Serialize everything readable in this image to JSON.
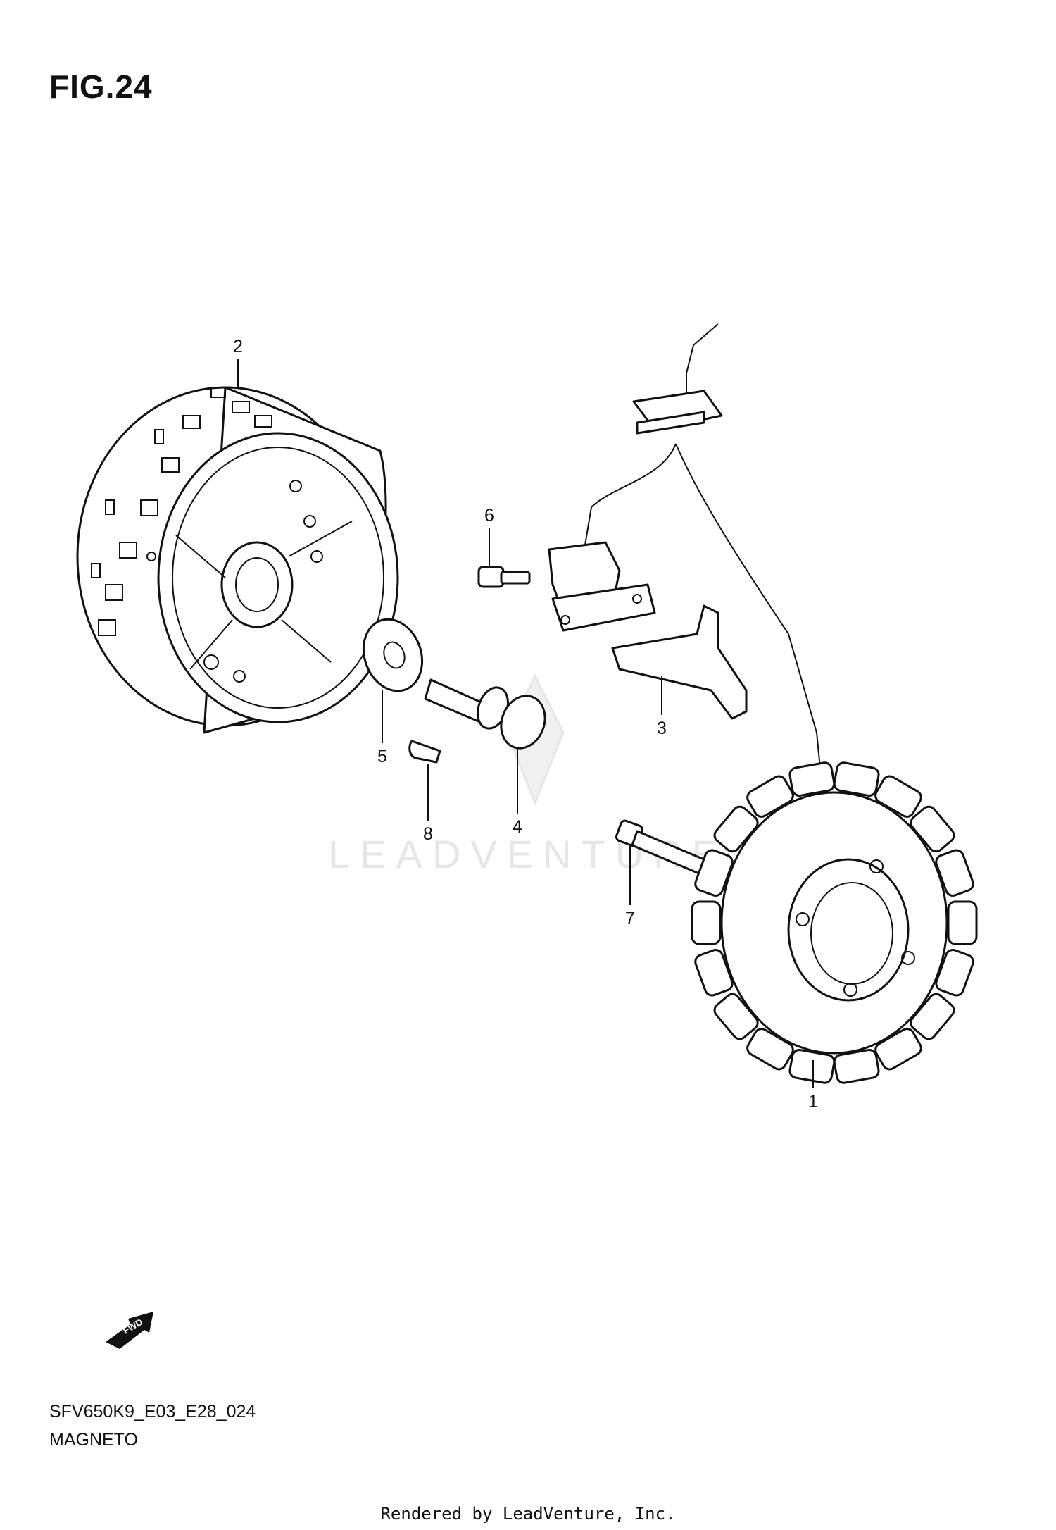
{
  "figure": {
    "title": "FIG.24",
    "model_code": "SFV650K9_E03_E28_024",
    "section_name": "MAGNETO",
    "render_credit": "Rendered by LeadVenture, Inc.",
    "watermark": "LEADVENTURE"
  },
  "direction_indicator": {
    "label": "FWD",
    "icon": "forward-arrow-icon"
  },
  "callouts": [
    {
      "number": "1",
      "part": "stator"
    },
    {
      "number": "2",
      "part": "rotor"
    },
    {
      "number": "3",
      "part": "bracket"
    },
    {
      "number": "4",
      "part": "rotor-bolt"
    },
    {
      "number": "5",
      "part": "washer"
    },
    {
      "number": "6",
      "part": "screw"
    },
    {
      "number": "7",
      "part": "stator-bolt"
    },
    {
      "number": "8",
      "part": "key"
    }
  ]
}
